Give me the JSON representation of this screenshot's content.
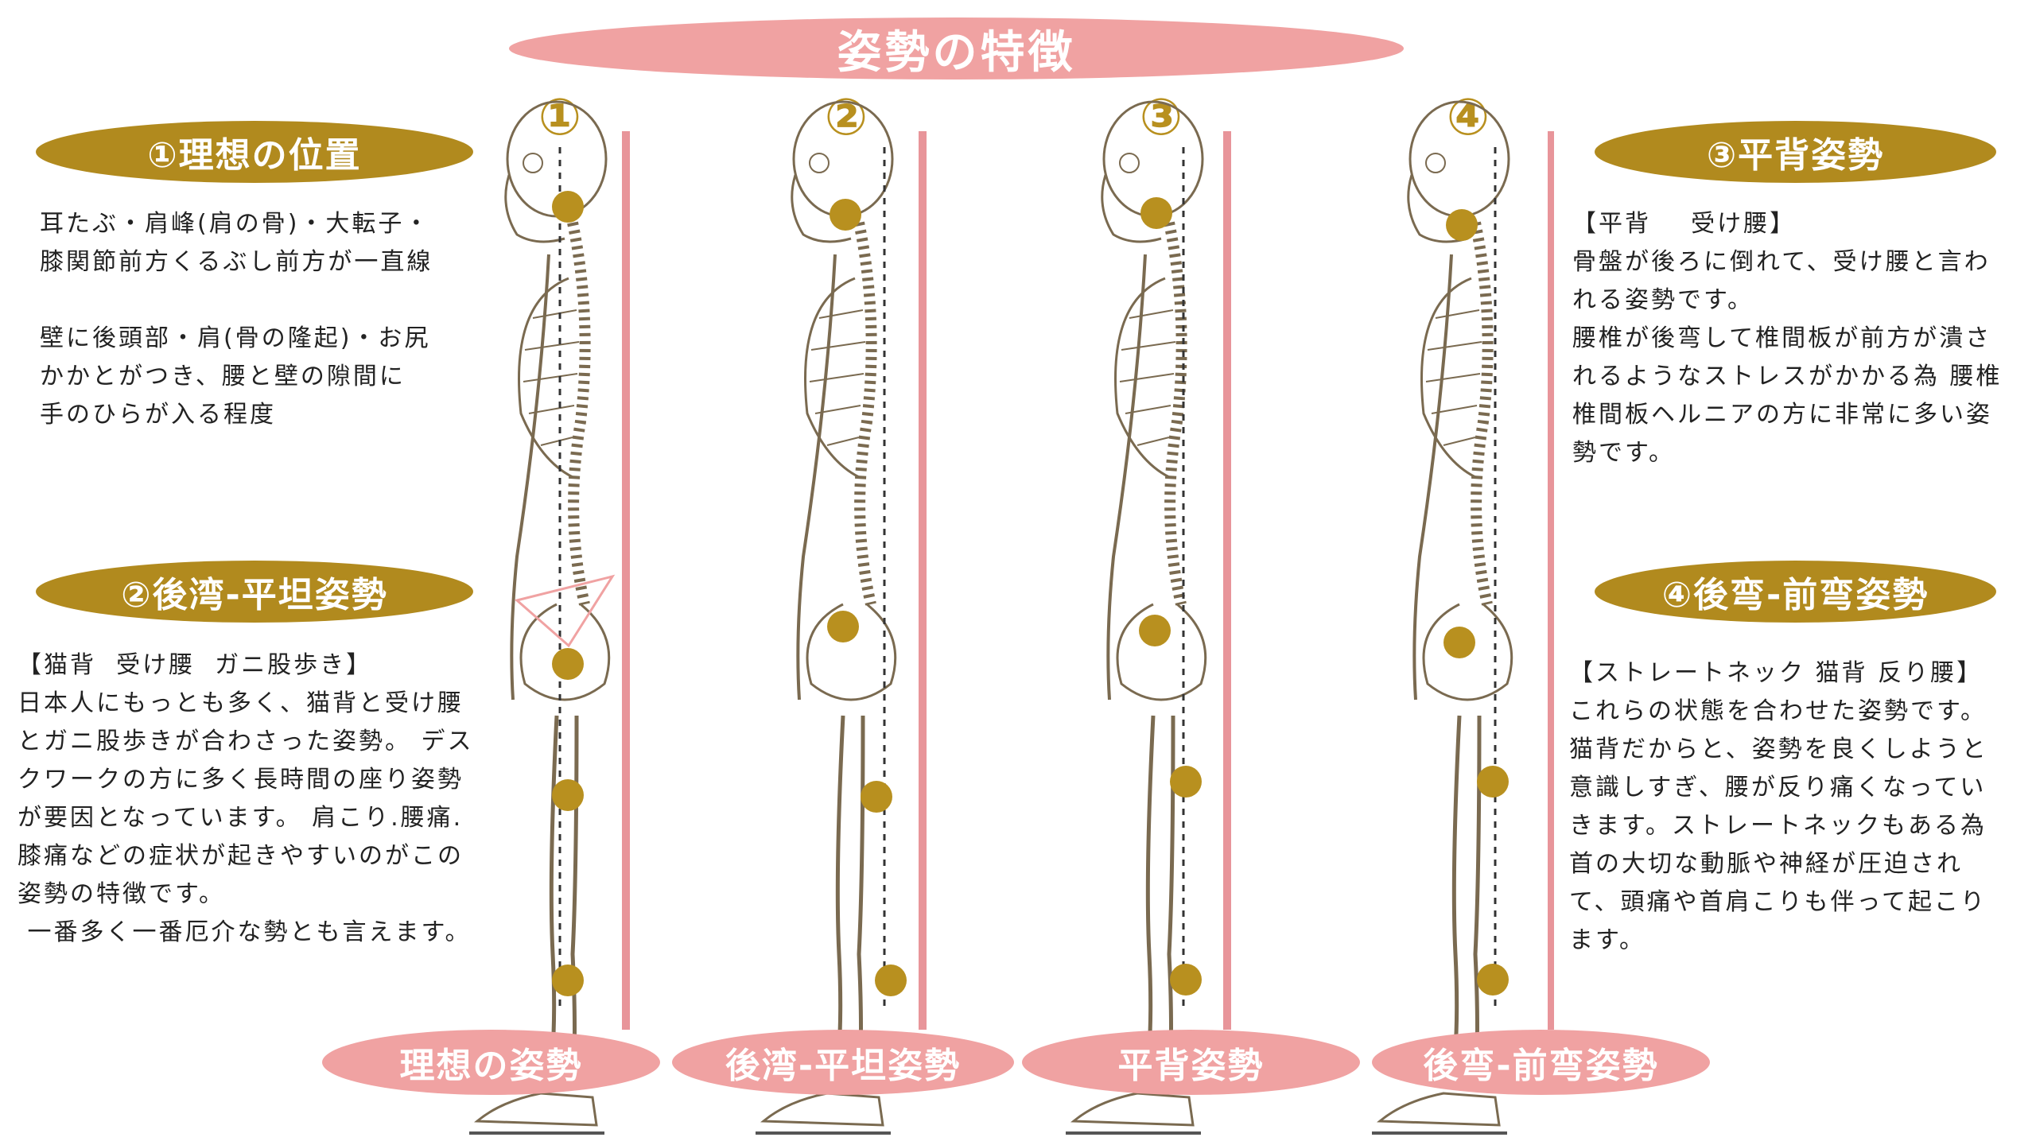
{
  "title": "姿勢の特徴",
  "numbers": [
    "①",
    "②",
    "③",
    "④"
  ],
  "sections": {
    "ideal": {
      "heading": "①理想の位置",
      "text": "耳たぶ・肩峰(肩の骨)・大転子・\n膝関節前方くるぶし前方が一直線\n\n壁に後頭部・肩(骨の隆起)・お尻\nかかとがつき、腰と壁の隙間に\n手のひらが入る程度"
    },
    "sway": {
      "heading": "②後湾-平坦姿勢",
      "text": "【猫背  受け腰  ガニ股歩き】\n日本人にもっとも多く、猫背と受け腰\nとガニ股歩きが合わさった姿勢。 デス\nクワークの方に多く長時間の座り姿勢\nが要因となっています。 肩こり.腰痛.\n膝痛などの症状が起きやすいのがこの\n姿勢の特徴です。\n 一番多く一番厄介な勢とも言えます。"
    },
    "flat": {
      "heading": "③平背姿勢",
      "text": "【平背    受け腰】\n骨盤が後ろに倒れて、受け腰と言わ\nれる姿勢です。\n腰椎が後弯して椎間板が前方が潰さ\nれるようなストレスがかかる為 腰椎\n椎間板ヘルニアの方に非常に多い姿\n勢です。"
    },
    "kypholordotic": {
      "heading": "④後弯-前弯姿勢",
      "text": "【ストレートネック 猫背 反り腰】\nこれらの状態を合わせた姿勢です。\n猫背だからと、姿勢を良くしようと\n意識しすぎ、腰が反り痛くなってい\nきます。ストレートネックもある為\n首の大切な動脈や神経が圧迫され\nて、頭痛や首肩こりも伴って起こり\nます。"
    }
  },
  "bottom_labels": [
    "理想の姿勢",
    "後湾-平坦姿勢",
    "平背姿勢",
    "後弯-前弯姿勢"
  ],
  "colors": {
    "pink": "#f0a2a2",
    "gold": "#b18a1e",
    "wall": "#e8959a",
    "bone": "#7a6a50",
    "marker": "#b8901f"
  }
}
